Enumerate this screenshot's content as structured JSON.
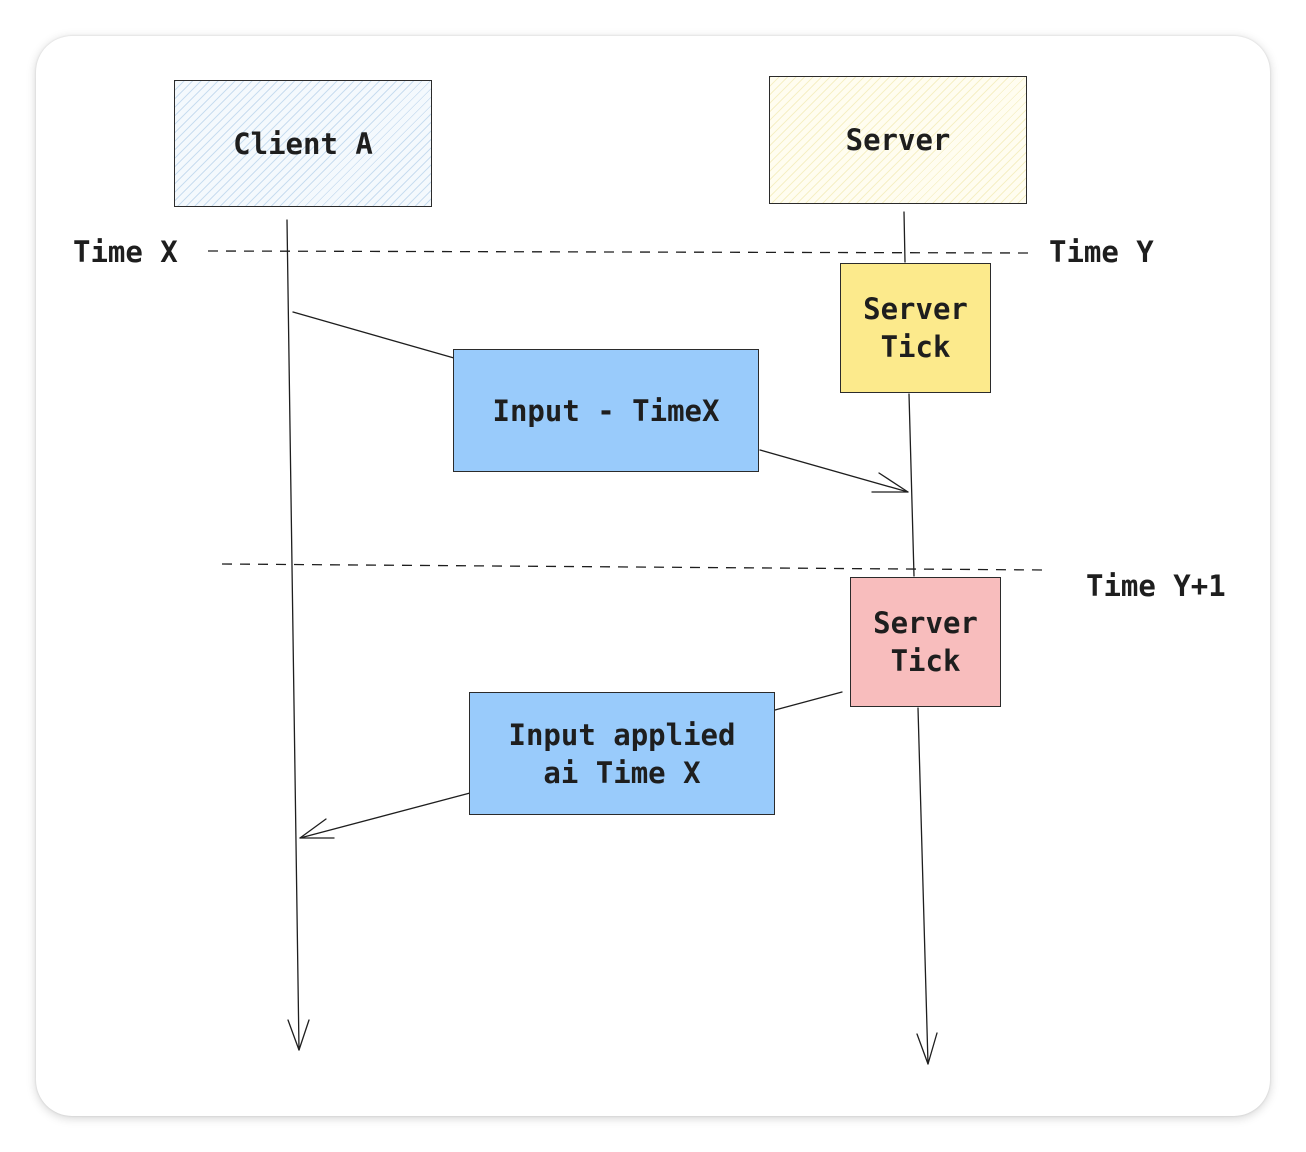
{
  "participants": {
    "client": "Client A",
    "server": "Server"
  },
  "time_labels": {
    "time_x": "Time X",
    "time_y": "Time Y",
    "time_y_plus_1": "Time Y+1"
  },
  "ticks": {
    "first": "Server\nTick",
    "second": "Server\nTick"
  },
  "messages": {
    "input": "Input - TimeX",
    "applied": "Input applied\nai Time X"
  },
  "colors": {
    "tick_first": "#fcea8c",
    "tick_second": "#f8bdbd",
    "message": "#99cbfb"
  }
}
